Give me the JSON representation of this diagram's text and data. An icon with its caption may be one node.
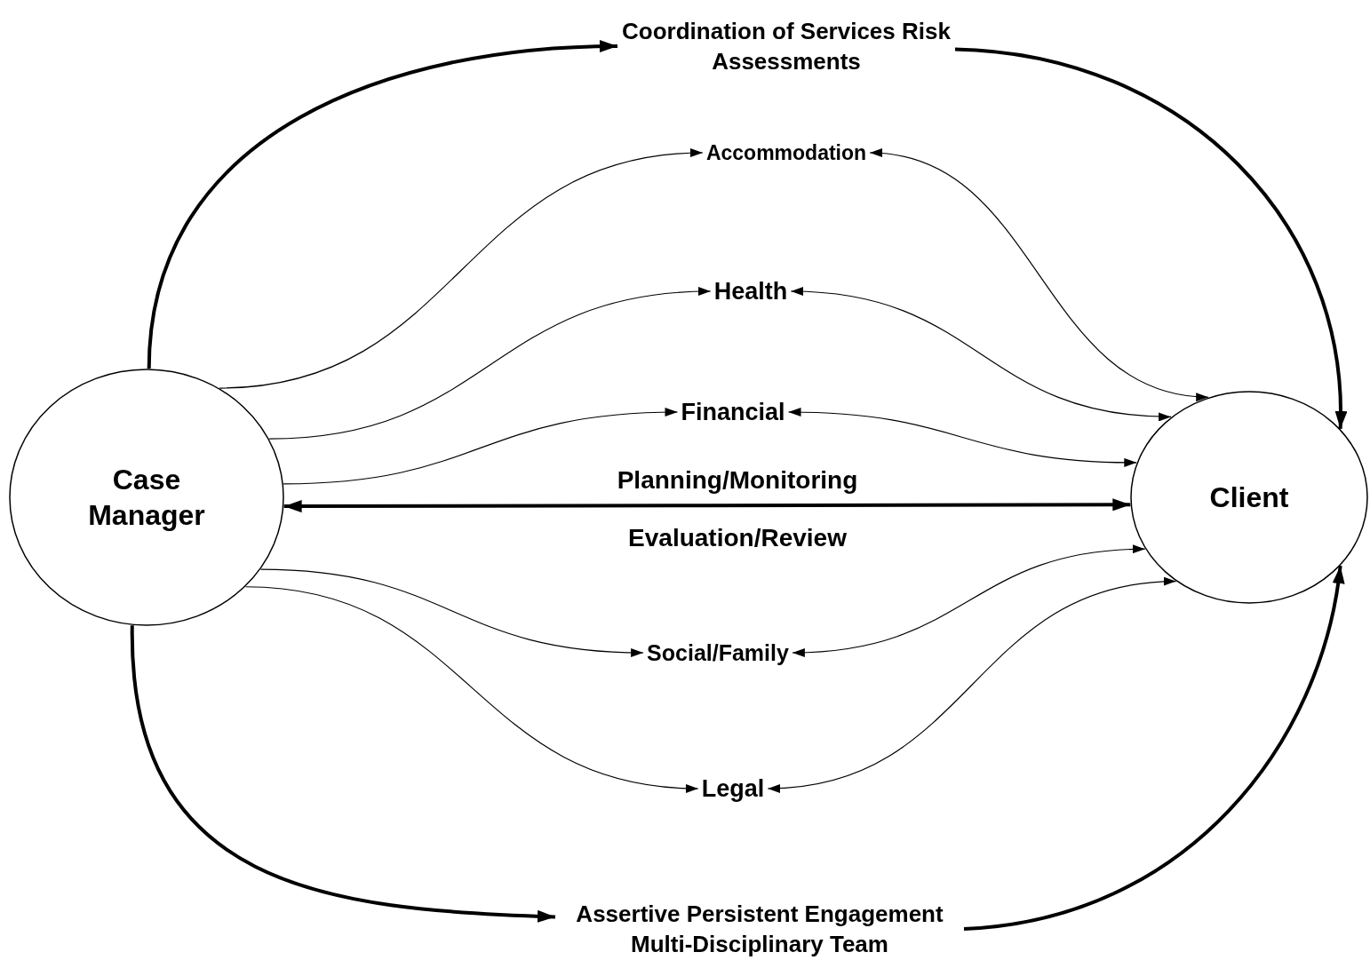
{
  "diagram": {
    "nodes": [
      {
        "text": [
          "Case Manager"
        ]
      },
      {
        "text": [
          "Client"
        ]
      },
      {
        "text": [
          "Coordination of Services Risk Assessments"
        ]
      },
      {
        "text": [
          "Accommodation"
        ]
      },
      {
        "text": [
          "Health"
        ]
      },
      {
        "text": [
          "Financial"
        ]
      },
      {
        "text": [
          "Social/Family"
        ]
      },
      {
        "text": [
          "Legal"
        ]
      },
      {
        "text": [
          "Assertive Persistent Engagement Multi-Disciplinary Team"
        ]
      }
    ],
    "edges": [
      {
        "from": 0,
        "to": 2,
        "arrow": "to",
        "style": "thick"
      },
      {
        "from": 2,
        "to": 1,
        "arrow": "to",
        "style": "thick"
      },
      {
        "from": 0,
        "to": 3,
        "arrow": "to"
      },
      {
        "from": 3,
        "to": 1,
        "arrow": "both"
      },
      {
        "from": 0,
        "to": 4,
        "arrow": "to"
      },
      {
        "from": 4,
        "to": 1,
        "arrow": "both"
      },
      {
        "from": 0,
        "to": 5,
        "arrow": "to"
      },
      {
        "from": 5,
        "to": 1,
        "arrow": "both"
      },
      {
        "from": 0,
        "to": 1,
        "arrow": "both",
        "label": "Planning/Monitoring",
        "style": "thick"
      },
      {
        "from": 0,
        "to": 6,
        "arrow": "to"
      },
      {
        "from": 6,
        "to": 1,
        "arrow": "both"
      },
      {
        "from": 0,
        "to": 7,
        "arrow": "to"
      },
      {
        "from": 7,
        "to": 1,
        "arrow": "both"
      },
      {
        "from": 0,
        "to": 8,
        "arrow": "to",
        "style": "thick"
      },
      {
        "from": 8,
        "to": 1,
        "arrow": "to",
        "style": "thick"
      }
    ],
    "labels": [
      "Evaluation/Review"
    ]
  }
}
